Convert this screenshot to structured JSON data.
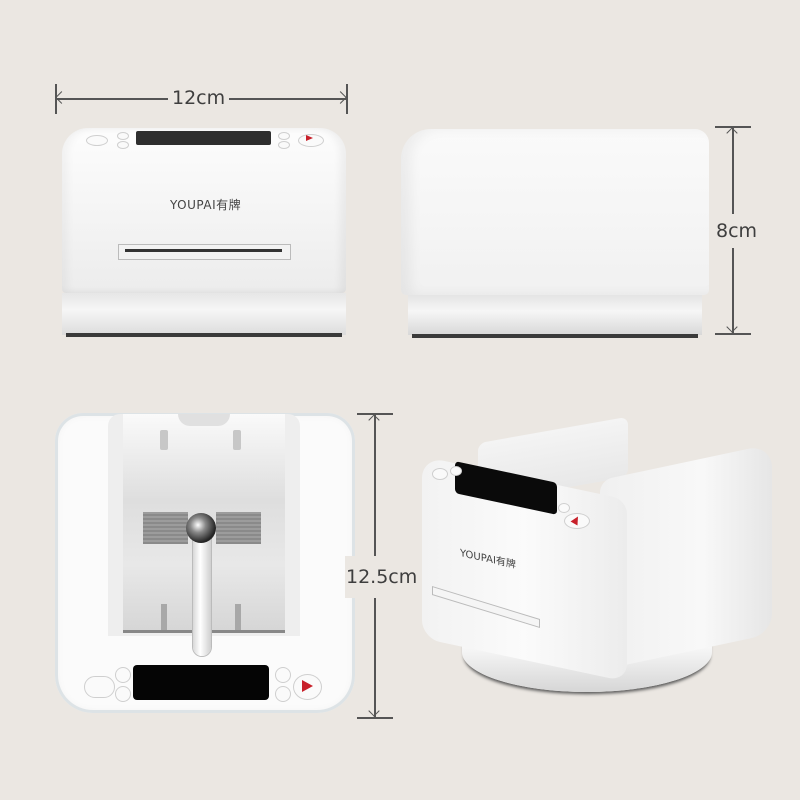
{
  "background_color": "#ebe7e2",
  "dimensions": {
    "width": {
      "label": "12cm"
    },
    "height": {
      "label": "8cm"
    },
    "depth": {
      "label": "12.5cm"
    }
  },
  "brand": {
    "logo_text": "YOUPAI有牌"
  },
  "views": [
    {
      "name": "front-view"
    },
    {
      "name": "side-view"
    },
    {
      "name": "top-view"
    },
    {
      "name": "perspective-view"
    }
  ],
  "colors": {
    "body": "#f7f7f7",
    "display": "#0a0a0a",
    "play_accent": "#c8202a",
    "dimension_line": "#555555",
    "text": "#3e3e3e"
  },
  "icons": {
    "play": "▶"
  }
}
